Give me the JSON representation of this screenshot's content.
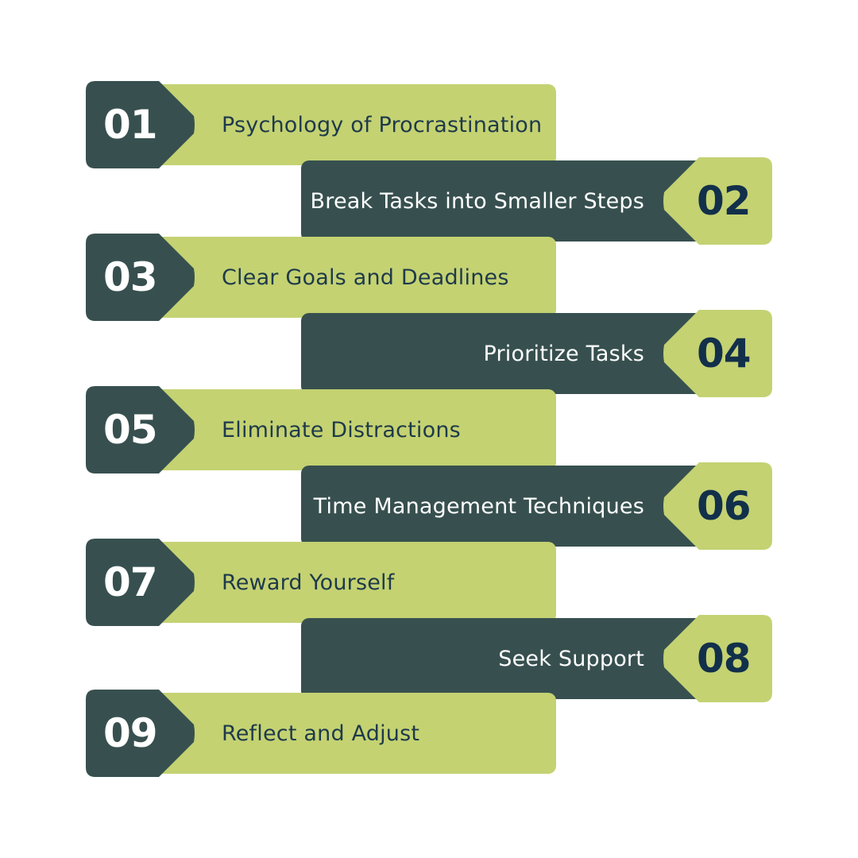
{
  "colors": {
    "lime": "#c4d272",
    "slate": "#37504f",
    "navy_text": "#12304a",
    "white": "#ffffff"
  },
  "steps": [
    {
      "number": "01",
      "label": "Psychology of Procrastination"
    },
    {
      "number": "02",
      "label": "Break Tasks into Smaller Steps"
    },
    {
      "number": "03",
      "label": "Clear Goals and Deadlines"
    },
    {
      "number": "04",
      "label": "Prioritize Tasks"
    },
    {
      "number": "05",
      "label": "Eliminate Distractions"
    },
    {
      "number": "06",
      "label": "Time Management Techniques"
    },
    {
      "number": "07",
      "label": "Reward Yourself"
    },
    {
      "number": "08",
      "label": "Seek Support"
    },
    {
      "number": "09",
      "label": "Reflect and Adjust"
    }
  ]
}
